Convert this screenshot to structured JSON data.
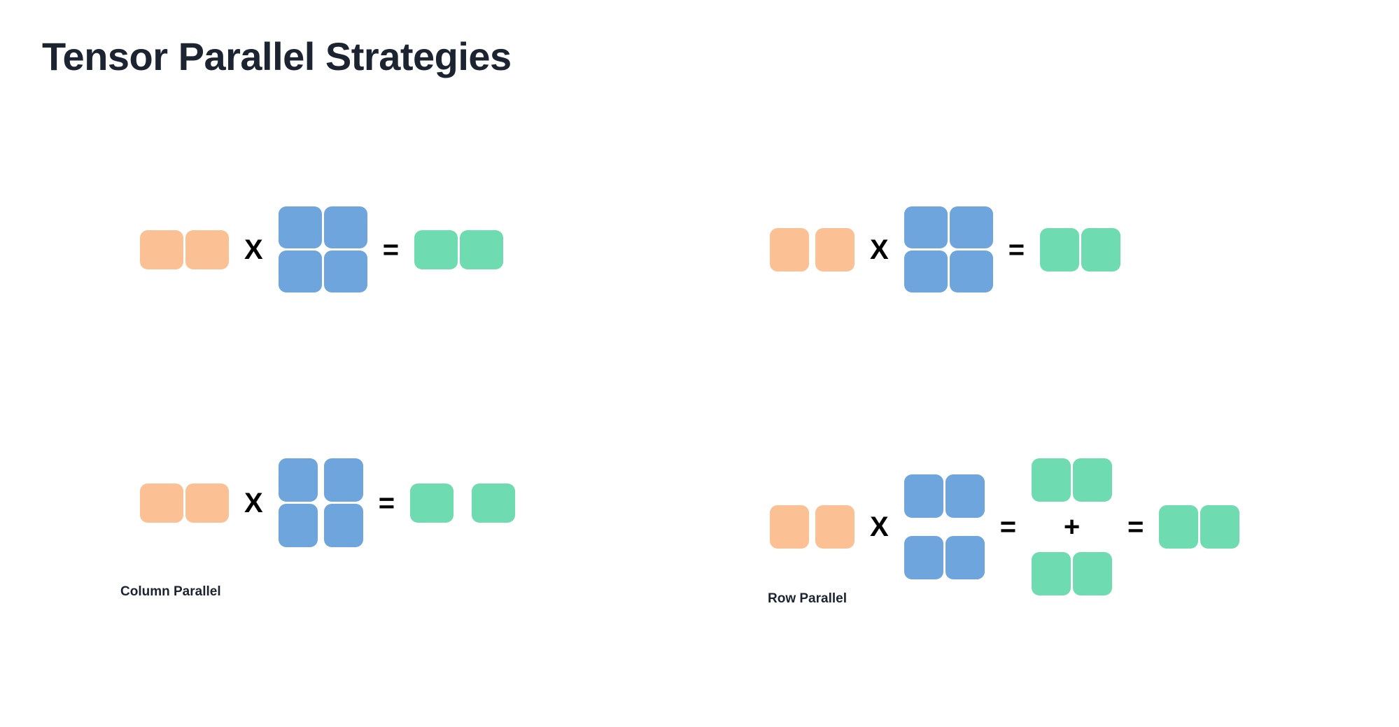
{
  "page": {
    "title": "Tensor Parallel Strategies",
    "background": "#ffffff"
  },
  "colors": {
    "input_orange": "#fbc093",
    "weight_blue": "#6ea5dc",
    "output_green": "#6edcb0",
    "text_dark": "#1b2430",
    "operator_black": "#000000"
  },
  "operators": {
    "multiply": "X",
    "equals": "=",
    "plus": "+"
  },
  "diagrams": [
    {
      "id": "column-parallel-unsharded",
      "position": "top-left",
      "label": "",
      "equation": [
        {
          "role": "input",
          "color": "input_orange",
          "rows": 1,
          "cols": 2,
          "split": "none"
        },
        {
          "role": "operator",
          "symbol": "X"
        },
        {
          "role": "weight",
          "color": "weight_blue",
          "rows": 2,
          "cols": 2,
          "split": "none"
        },
        {
          "role": "operator",
          "symbol": "="
        },
        {
          "role": "output",
          "color": "output_green",
          "rows": 1,
          "cols": 2,
          "split": "none"
        }
      ]
    },
    {
      "id": "column-parallel-sharded",
      "position": "bottom-left",
      "label": "Column Parallel",
      "equation": [
        {
          "role": "input",
          "color": "input_orange",
          "rows": 1,
          "cols": 2,
          "split": "none"
        },
        {
          "role": "operator",
          "symbol": "X"
        },
        {
          "role": "weight",
          "color": "weight_blue",
          "rows": 2,
          "cols": 2,
          "split": "column"
        },
        {
          "role": "operator",
          "symbol": "="
        },
        {
          "role": "output",
          "color": "output_green",
          "rows": 1,
          "cols": 2,
          "split": "column"
        }
      ]
    },
    {
      "id": "row-parallel-unsharded",
      "position": "top-right",
      "label": "",
      "equation": [
        {
          "role": "input",
          "color": "input_orange",
          "rows": 1,
          "cols": 2,
          "split": "column"
        },
        {
          "role": "operator",
          "symbol": "X"
        },
        {
          "role": "weight",
          "color": "weight_blue",
          "rows": 2,
          "cols": 2,
          "split": "none"
        },
        {
          "role": "operator",
          "symbol": "="
        },
        {
          "role": "output",
          "color": "output_green",
          "rows": 1,
          "cols": 2,
          "split": "none"
        }
      ]
    },
    {
      "id": "row-parallel-sharded",
      "position": "bottom-right",
      "label": "Row Parallel",
      "equation": [
        {
          "role": "input",
          "color": "input_orange",
          "rows": 1,
          "cols": 2,
          "split": "column"
        },
        {
          "role": "operator",
          "symbol": "X"
        },
        {
          "role": "weight",
          "color": "weight_blue",
          "rows": 2,
          "cols": 2,
          "split": "row"
        },
        {
          "role": "operator",
          "symbol": "="
        },
        {
          "role": "partial_sum",
          "color": "output_green",
          "terms": 2,
          "rows": 1,
          "cols": 2,
          "joiner": "+"
        },
        {
          "role": "operator",
          "symbol": "="
        },
        {
          "role": "output",
          "color": "output_green",
          "rows": 1,
          "cols": 2,
          "split": "none"
        }
      ]
    }
  ],
  "labels": {
    "column_parallel": "Column Parallel",
    "row_parallel": "Row Parallel"
  }
}
